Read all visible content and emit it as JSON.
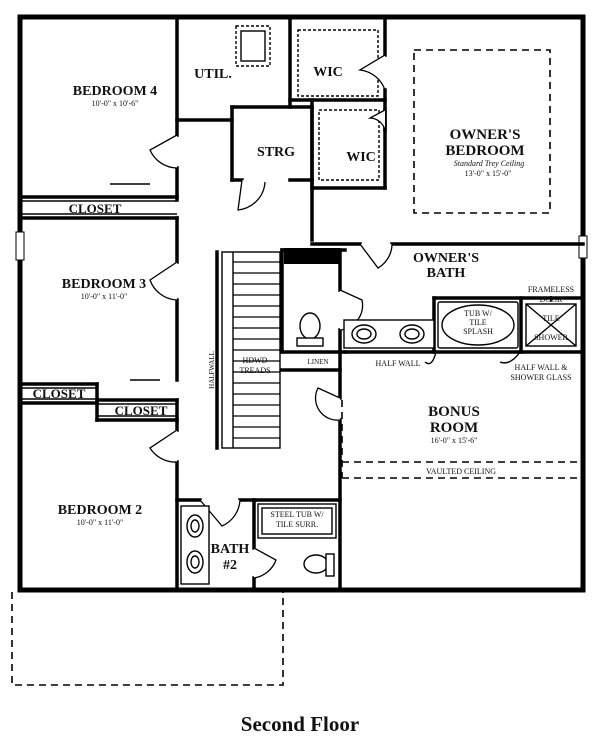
{
  "rooms": {
    "bedroom4": {
      "name": "BEDROOM 4",
      "dims": "10'-0\" x 10'-6\""
    },
    "util": {
      "name": "UTIL."
    },
    "wic1": {
      "name": "WIC"
    },
    "wic2": {
      "name": "WIC"
    },
    "strg": {
      "name": "STRG"
    },
    "owners_bedroom": {
      "name1": "OWNER'S",
      "name2": "BEDROOM",
      "note": "Standard Trey Ceiling",
      "dims": "13'-0\" x 15'-0\""
    },
    "closet_b4": {
      "name": "CLOSET"
    },
    "bedroom3": {
      "name": "BEDROOM 3",
      "dims": "10'-0\" x 11'-0\""
    },
    "owners_bath": {
      "name1": "OWNER'S",
      "name2": "BATH"
    },
    "closet_b3": {
      "name": "CLOSET"
    },
    "closet_b2": {
      "name": "CLOSET"
    },
    "bonus": {
      "name1": "BONUS",
      "name2": "ROOM",
      "dims": "16'-0\" x 15'-6\"",
      "ceiling": "VAULTED CEILING"
    },
    "bedroom2": {
      "name": "BEDROOM 2",
      "dims": "10'-0\" x 11'-0\""
    },
    "bath2": {
      "name1": "BATH",
      "name2": "#2"
    }
  },
  "fixtures": {
    "tub1": "TUB W/",
    "tub2": "TILE",
    "tub3": "SPLASH",
    "frameless1": "FRAMELESS",
    "frameless2": "DOOR",
    "shower1": "TILE",
    "shower2": "SHOWER",
    "half_wall": "HALF WALL",
    "half_wall_glass1": "HALF WALL &",
    "half_wall_glass2": "SHOWER GLASS",
    "linen": "LINEN",
    "treads1": "HDWD",
    "treads2": "TREADS",
    "halfwall_vertical": "HALFWALL",
    "steel_tub1": "STEEL TUB W/",
    "steel_tub2": "TILE SURR."
  },
  "floor_title": "Second Floor"
}
